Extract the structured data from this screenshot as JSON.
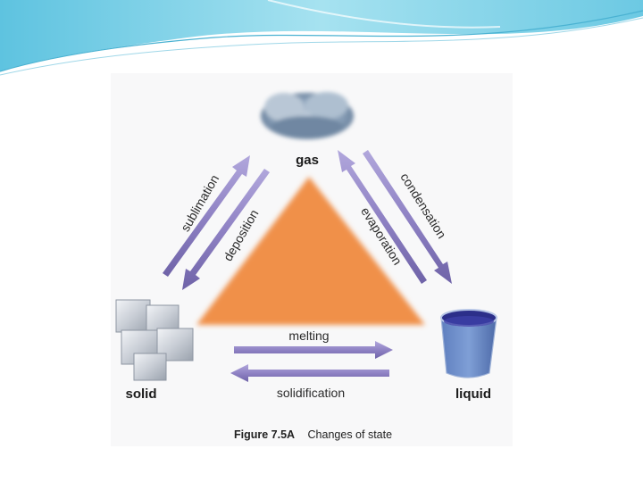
{
  "states": {
    "gas": "gas",
    "solid": "solid",
    "liquid": "liquid"
  },
  "processes": {
    "sublimation": "sublimation",
    "deposition": "deposition",
    "condensation": "condensation",
    "evaporation": "evaporation",
    "melting": "melting",
    "solidification": "solidification"
  },
  "caption": {
    "figure_number": "Figure 7.5A",
    "title": "Changes of state"
  },
  "colors": {
    "arrow": "#8f82c4",
    "triangle": "#f0904a",
    "banner": "#7fd0e6"
  },
  "icons": {
    "gas": "cloud-icon",
    "solid": "ice-cubes-icon",
    "liquid": "water-beaker-icon"
  }
}
